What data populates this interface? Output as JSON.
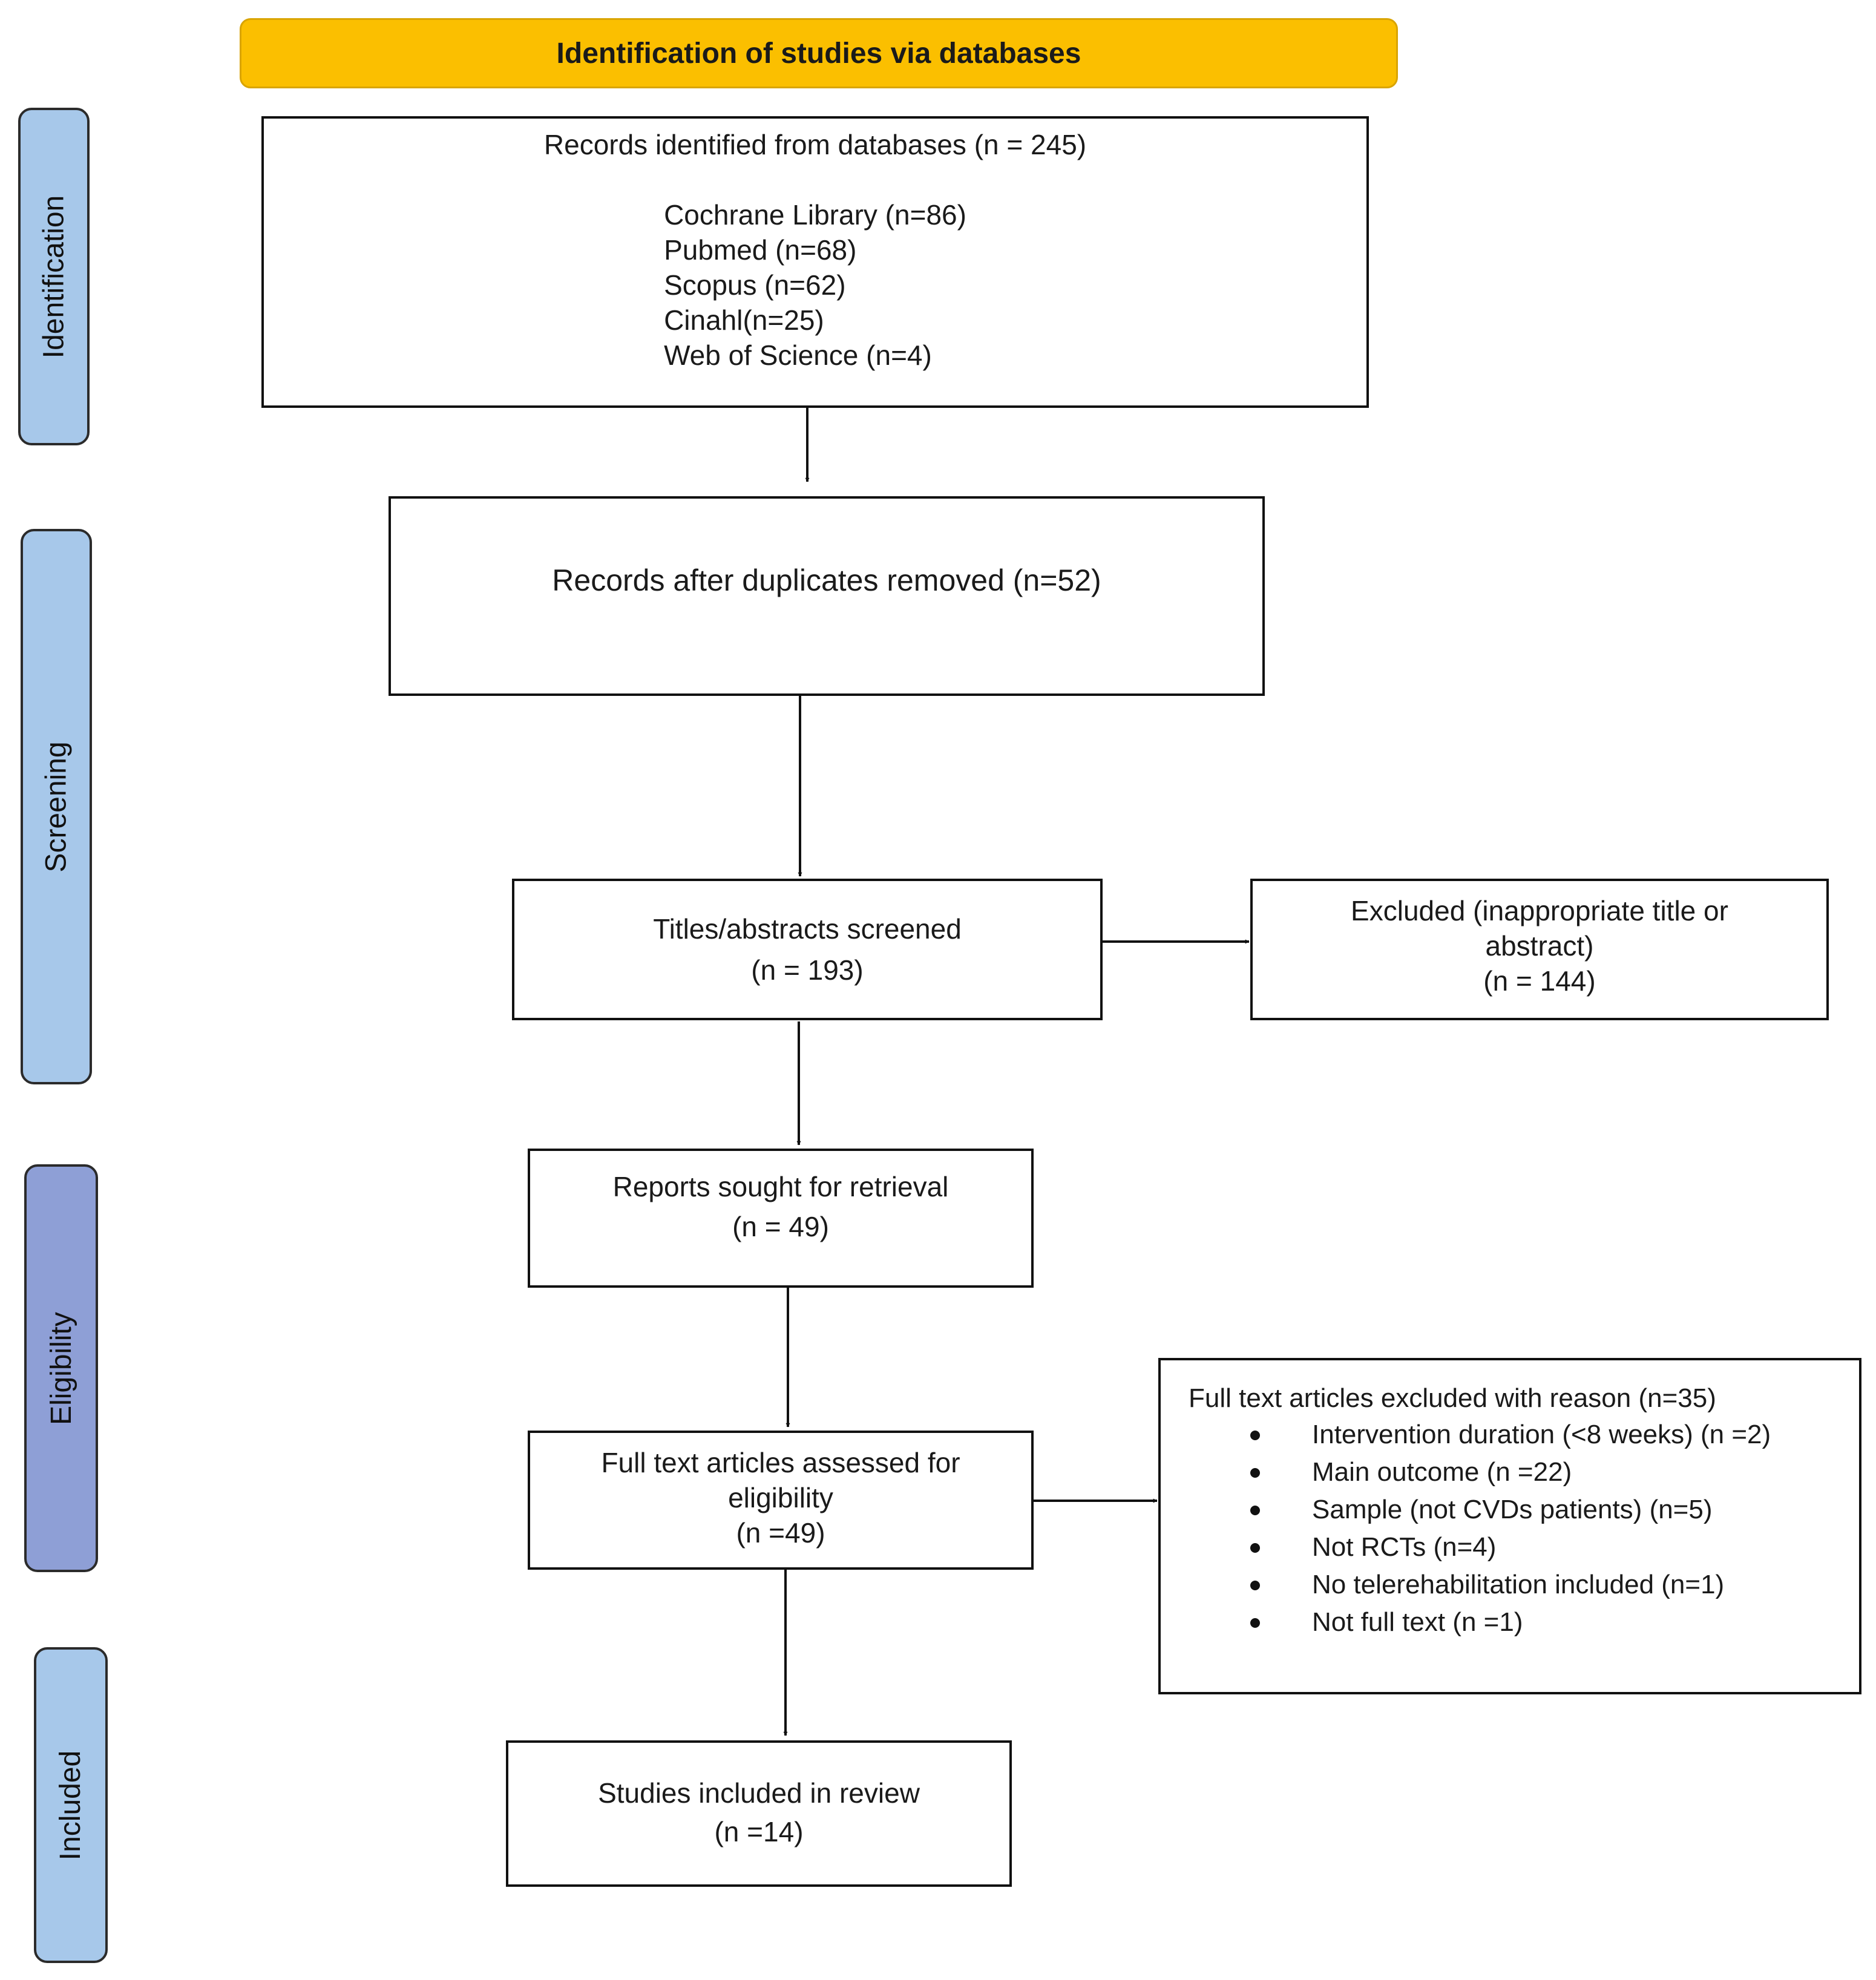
{
  "header": {
    "title": "Identification of studies via databases",
    "color": "#fbbf00"
  },
  "phases": {
    "identification": "Identification",
    "screening": "Screening",
    "eligibility": "Eligibility",
    "included": "Included",
    "colors": {
      "identification": "#a7c8ea",
      "screening": "#a7c8ea",
      "eligibility": "#8e9fd6",
      "included": "#a7c8ea"
    }
  },
  "boxes": {
    "records_identified": {
      "title": "Records identified from databases (n = 245)",
      "sources": [
        "Cochrane Library (n=86)",
        "Pubmed (n=68)",
        "Scopus (n=62)",
        "Cinahl(n=25)",
        "Web of Science (n=4)"
      ]
    },
    "after_duplicates": {
      "title": "Records after duplicates removed (n=52)"
    },
    "screened": {
      "line1": "Titles/abstracts screened",
      "line2": "(n = 193)"
    },
    "excluded": {
      "line1": "Excluded (inappropriate title or",
      "line2": "abstract)",
      "line3": "(n = 144)"
    },
    "sought": {
      "line1": "Reports sought for retrieval",
      "line2": "(n = 49)"
    },
    "assessed": {
      "line1": "Full text articles assessed for",
      "line2": "eligibility",
      "line3": "(n =49)"
    },
    "fulltext_excluded": {
      "title": "Full text articles excluded with reason (n=35)",
      "reasons": [
        "Intervention duration (<8 weeks) (n =2)",
        "Main outcome (n =22)",
        "Sample  (not CVDs patients) (n=5)",
        "Not RCTs (n=4)",
        "No telerehabilitation included (n=1)",
        "Not full text (n =1)"
      ]
    },
    "included": {
      "line1": "Studies included in review",
      "line2": "(n =14)"
    }
  }
}
